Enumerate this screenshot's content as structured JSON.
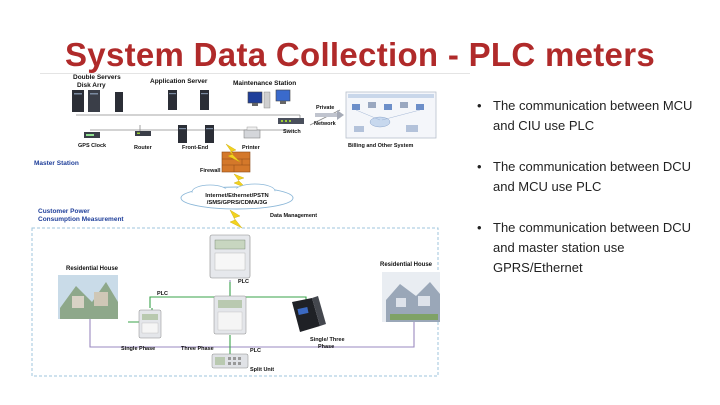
{
  "slide": {
    "title": "System  Data  Collection - PLC meters",
    "bullets": [
      "The communication between MCU and CIU use PLC",
      "The communication between DCU and MCU use PLC",
      "The communication between DCU and master station use GPRS/Ethernet"
    ]
  },
  "diagram": {
    "master_station": {
      "double_servers_l1": "Double Servers",
      "double_servers_l2": "Disk Arry",
      "application_server": "Application Server",
      "maintenance_station": "Maintenance Station",
      "private": "Private",
      "network": "Network",
      "gps_clock": "GPS Clock",
      "router": "Router",
      "front_end": "Front-End",
      "printer": "Printer",
      "switch": "Switch",
      "billing": "Billing and Other System",
      "label": "Master Station",
      "firewall": "Firewall"
    },
    "network_cloud_l1": "Internet/Ethernet/PSTN",
    "network_cloud_l2": "/SMS/GPRS/CDMA/3G",
    "data_management": "Data Management",
    "customer": {
      "label_l1": "Customer Power",
      "label_l2": "Consumption Measurement",
      "residential_left": "Residential House",
      "residential_right": "Residential House",
      "plc_top": "PLC",
      "plc_left": "PLC",
      "plc_bottom": "PLC",
      "single_phase": "Single Phase",
      "three_phase": "Three Phase",
      "single_three_l1": "Single/ Three",
      "single_three_l2": "Phase",
      "split_unit": "Split Unit"
    },
    "colors": {
      "title": "#b02a2a",
      "label_blue": "#1f3f9a",
      "plc_line": "#3aa34a",
      "power_line": "#9a8ac0",
      "dash_border": "#9fc6dc"
    }
  }
}
